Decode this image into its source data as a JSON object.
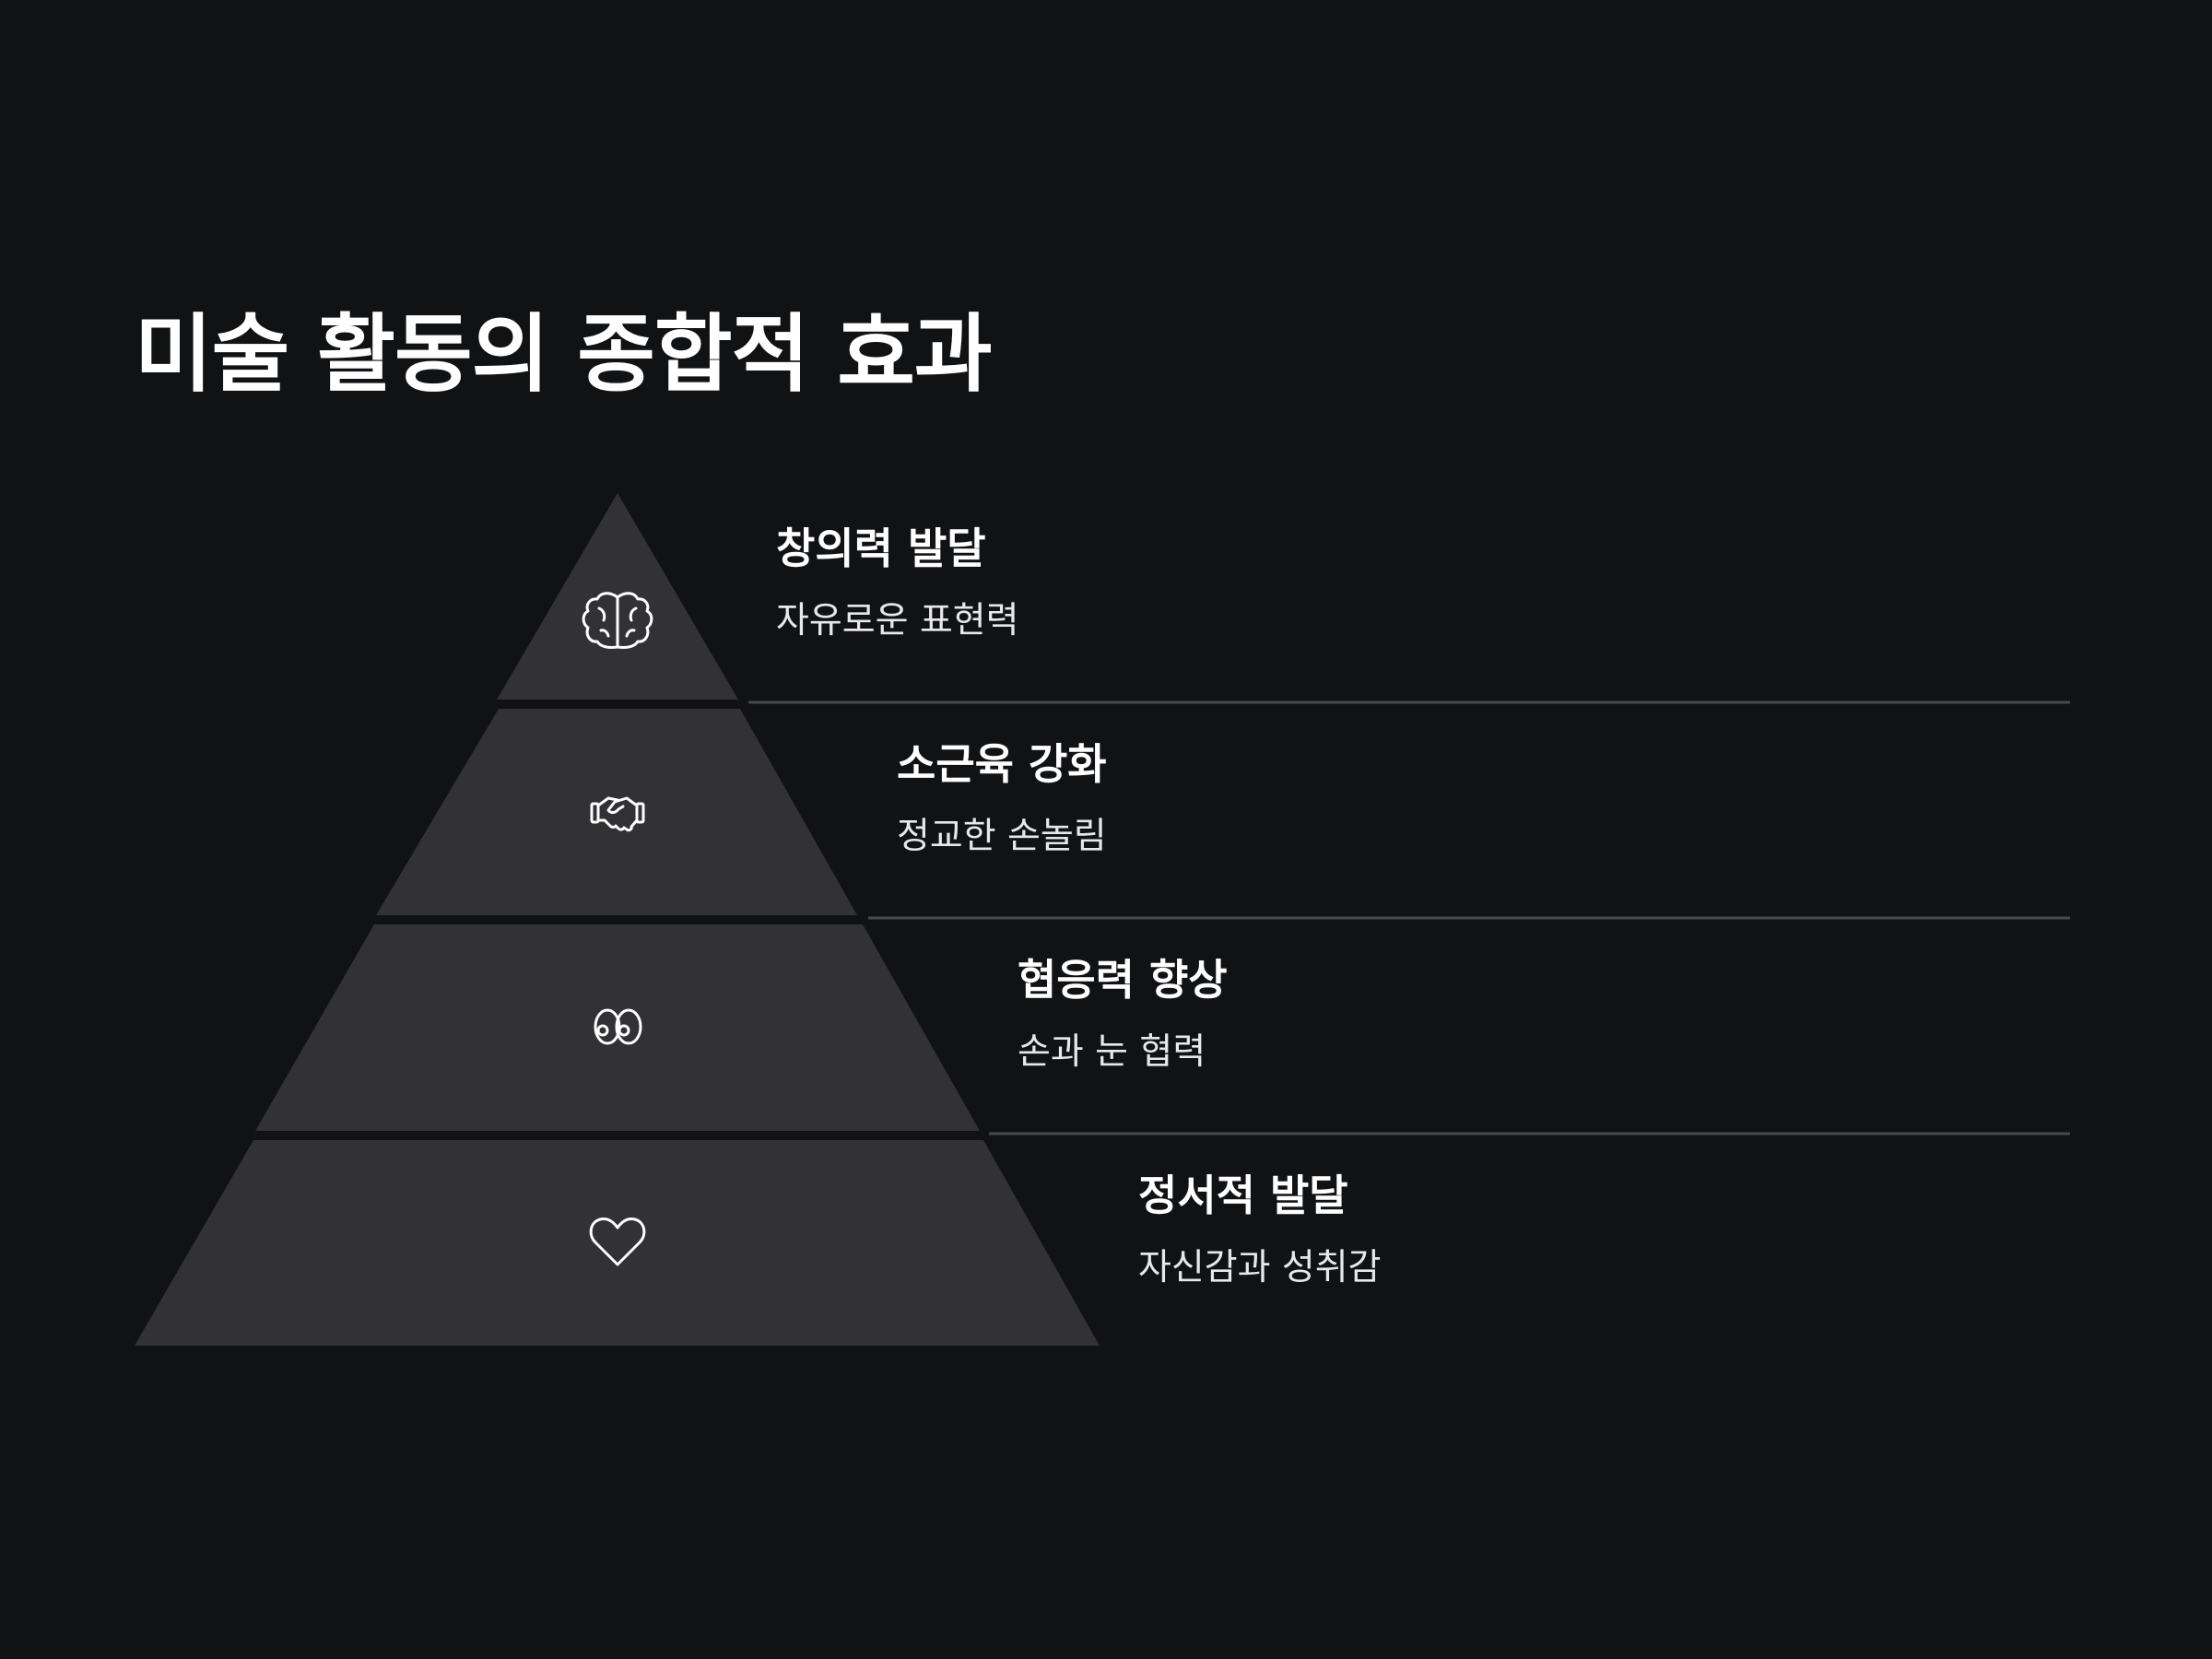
{
  "title": "미술 활동의 종합적 효과",
  "colors": {
    "background": "#111214",
    "tier_fill": "#323234",
    "divider": "#4a4a4d",
    "icon_stroke": "#ffffff"
  },
  "tiers": [
    {
      "heading": "창의력 발달",
      "description": "자유로운 표현력",
      "icon": "brain-icon"
    },
    {
      "heading": "소근육 강화",
      "description": "정교한 손놀림",
      "icon": "handshake-icon"
    },
    {
      "heading": "협응력 향상",
      "description": "손과 눈 협력",
      "icon": "eyes-icon"
    },
    {
      "heading": "정서적 발달",
      "description": "자신감과 성취감",
      "icon": "heart-icon"
    }
  ]
}
